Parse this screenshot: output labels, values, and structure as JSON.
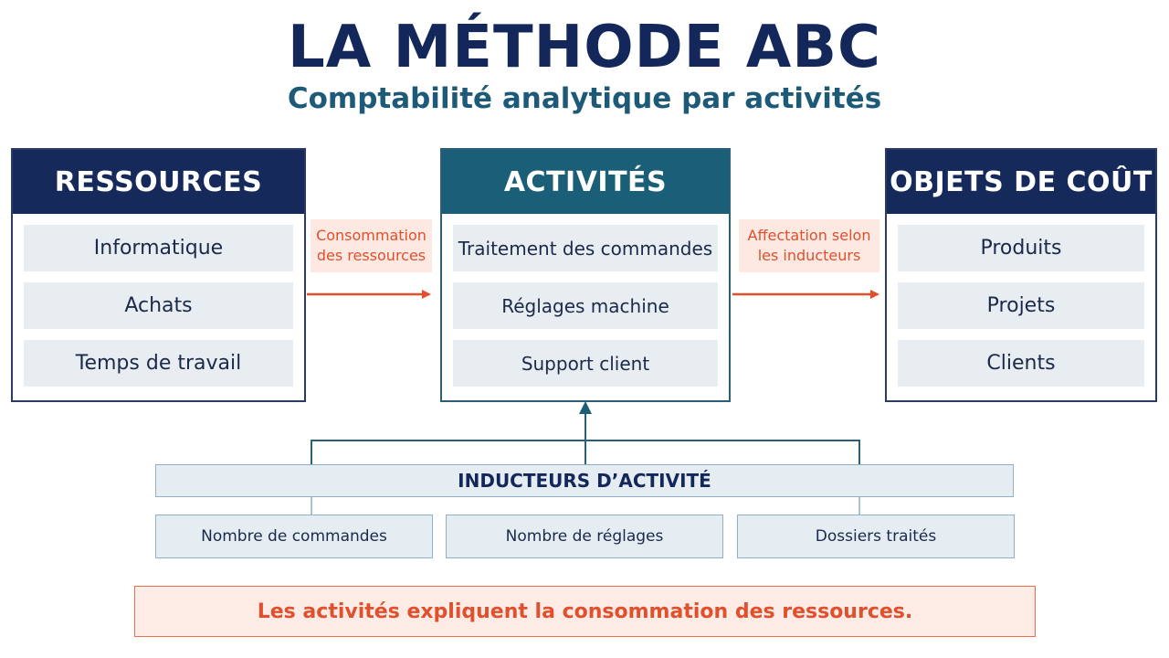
{
  "title": "LA MÉTHODE ABC",
  "subtitle": "Comptabilité analytique par activités",
  "ressources": {
    "header": "RESSOURCES",
    "items": [
      "Informatique",
      "Achats",
      "Temps de travail"
    ]
  },
  "activites": {
    "header": "ACTIVITÉS",
    "items": [
      "Traitement des commandes",
      "Réglages machine",
      "Support client"
    ]
  },
  "objets": {
    "header": "OBJETS DE COÛT",
    "items": [
      "Produits",
      "Projets",
      "Clients"
    ]
  },
  "arrow_labels": {
    "consommation": "Consommation des ressources",
    "affectation": "Affectation selon les inducteurs"
  },
  "inducteurs": {
    "header": "INDUCTEURS D’ACTIVITÉ",
    "items": [
      "Nombre de commandes",
      "Nombre de réglages",
      "Dossiers traités"
    ]
  },
  "note": "Les activités expliquent la consommation des ressources.",
  "colors": {
    "navy": "#15295a",
    "teal": "#1b5e78",
    "accent_orange": "#e0502c",
    "light_gray": "#e8edf2"
  }
}
